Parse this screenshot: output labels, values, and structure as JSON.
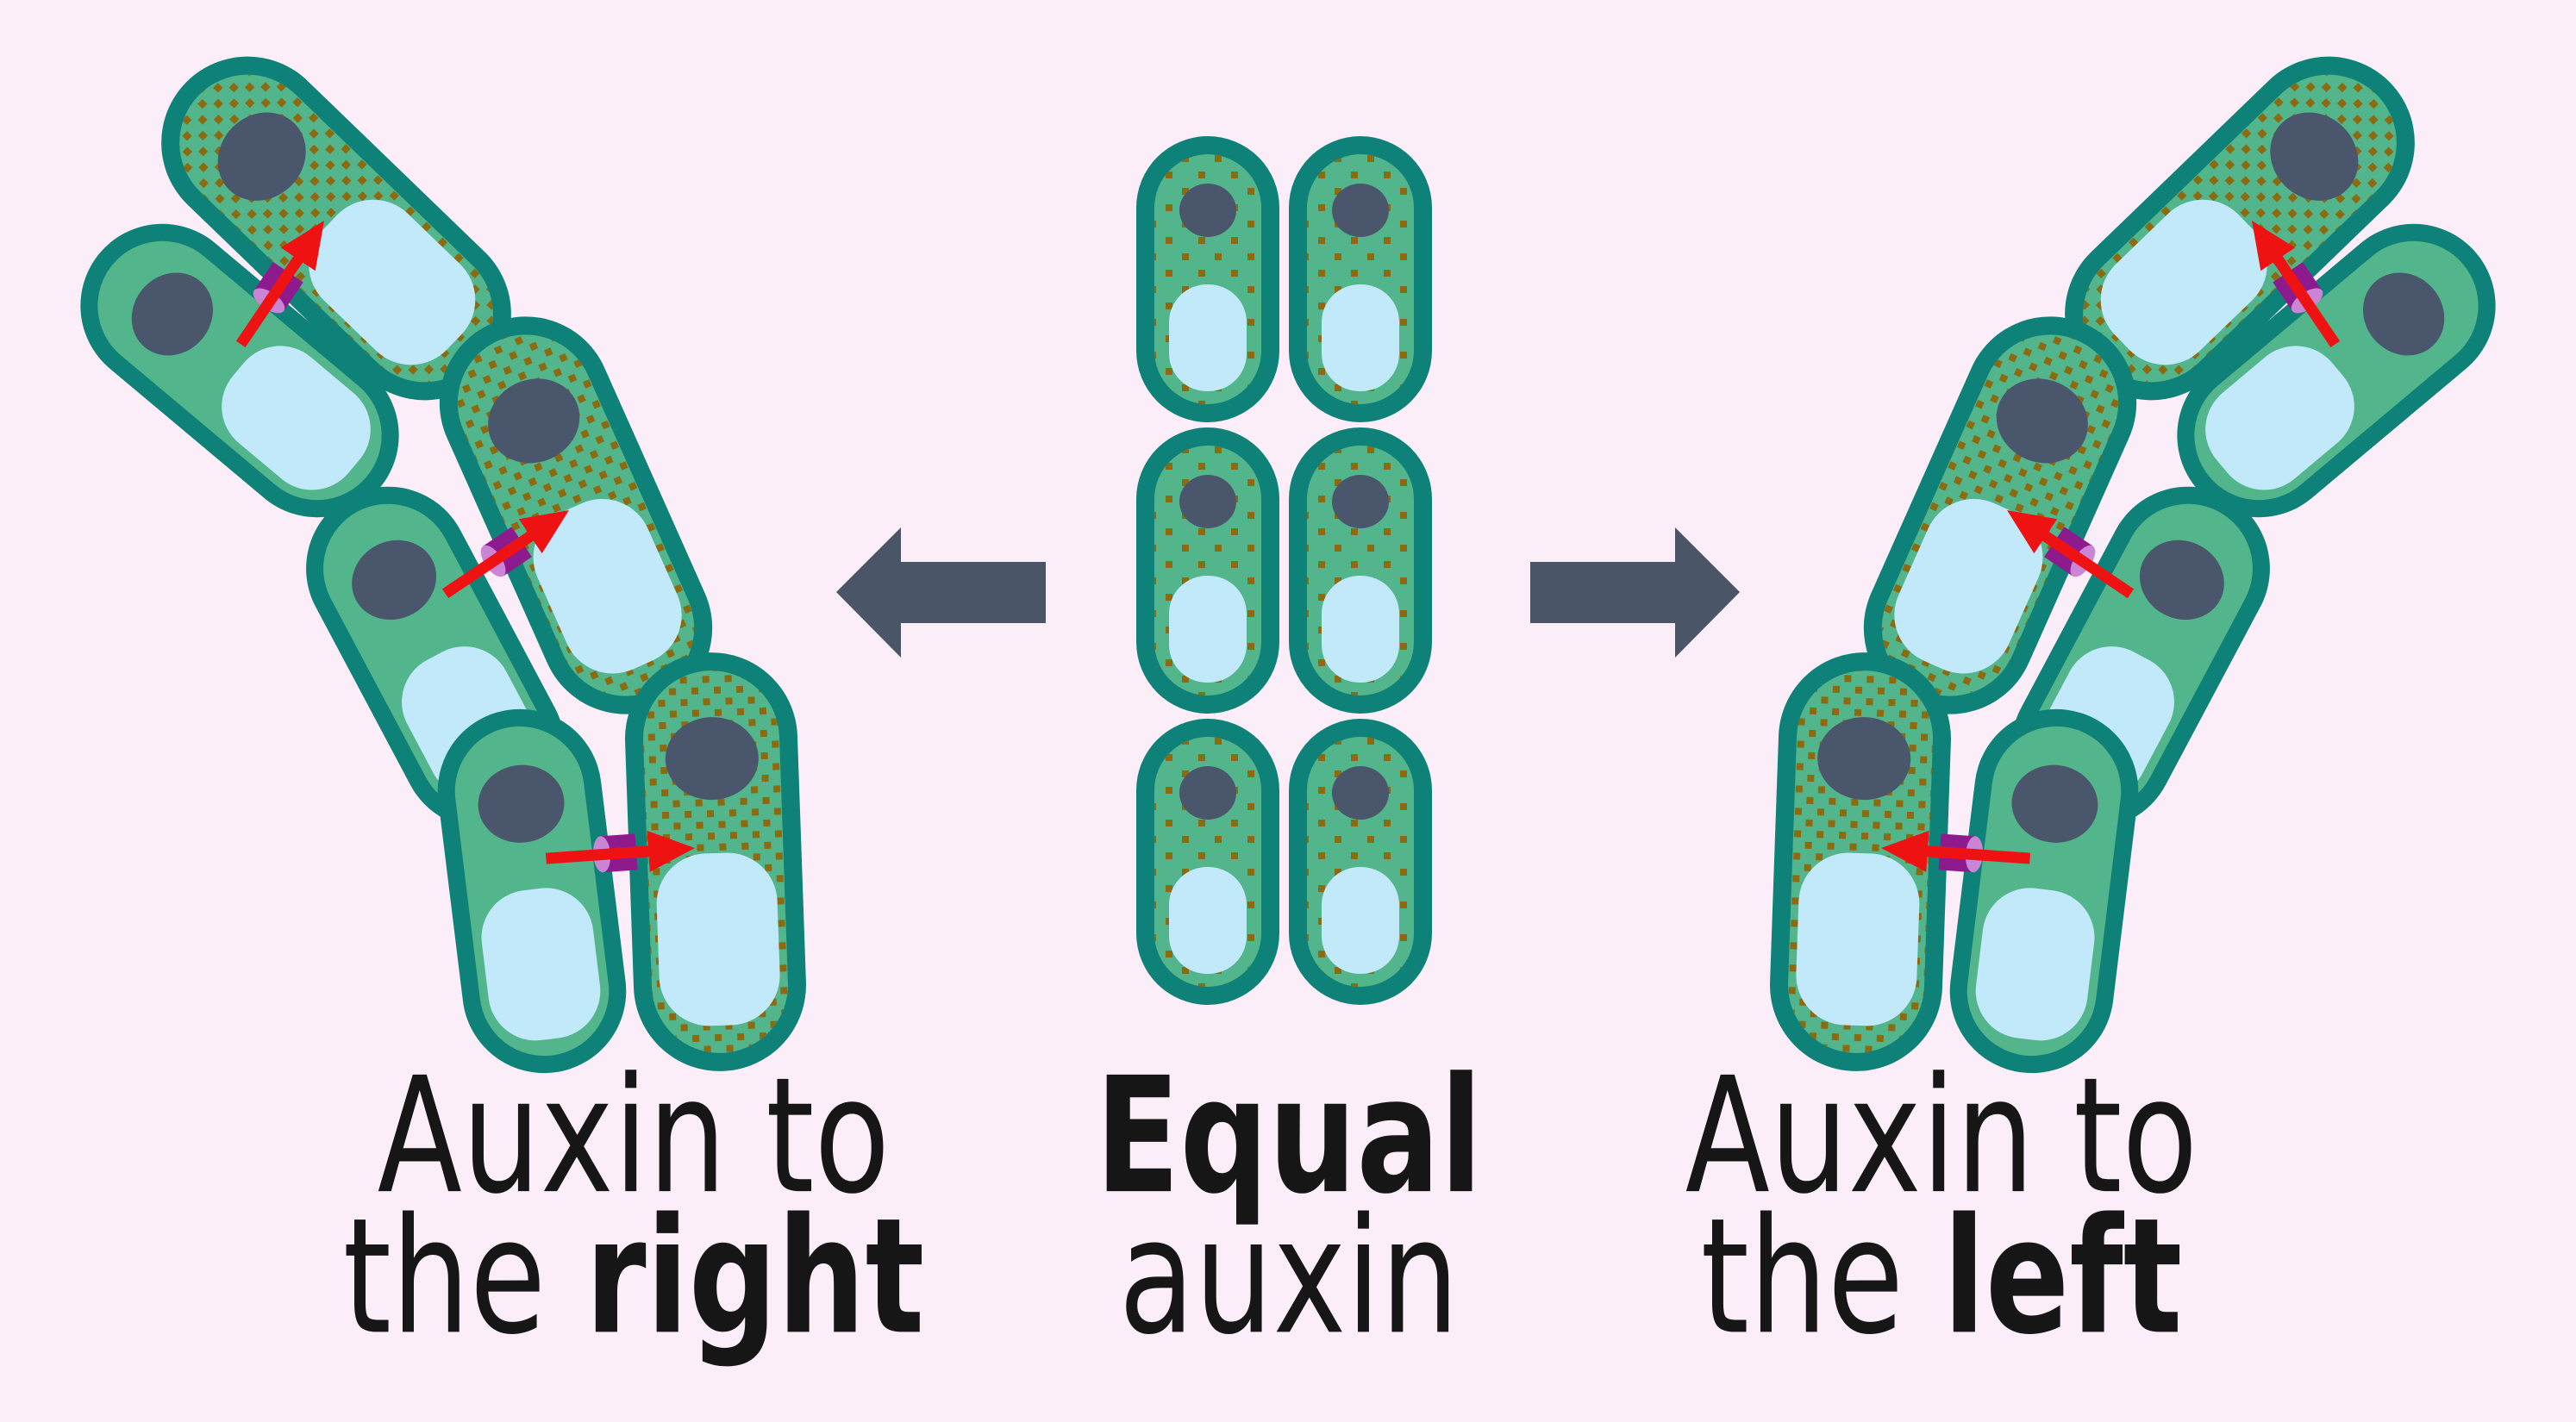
{
  "title": "Auxin distribution in plant cells diagram",
  "colors": {
    "page_bg": "#fceef8",
    "teal": "#0e8178",
    "green": "#52b58b",
    "nucleus": "#4a566b",
    "vacuole": "#c2e9fa",
    "dots": "#8c6a10",
    "red": "#ee1212",
    "purple": "#8e1b8e",
    "purple_light": "#ca86d4",
    "big_arrow": "#4b5568",
    "text": "#161616"
  },
  "panels": {
    "left": {
      "caption_line1": "Auxin to",
      "caption_line2_prefix": "the ",
      "caption_line2_bold": "right",
      "auxin_side": "right",
      "cell_count": 6
    },
    "center": {
      "caption_line1_bold": "Equal",
      "caption_line2": "auxin",
      "cell_count": 6
    },
    "right": {
      "caption_line1": "Auxin to",
      "caption_line2_prefix": "the ",
      "caption_line2_bold": "left",
      "auxin_side": "left",
      "cell_count": 6
    }
  },
  "icons": {
    "left_block_arrow": "arrow-left-icon",
    "right_block_arrow": "arrow-right-icon",
    "auxin_flow_arrow": "auxin-flow-arrow-icon",
    "auxin_transporter": "auxin-transporter-icon"
  }
}
